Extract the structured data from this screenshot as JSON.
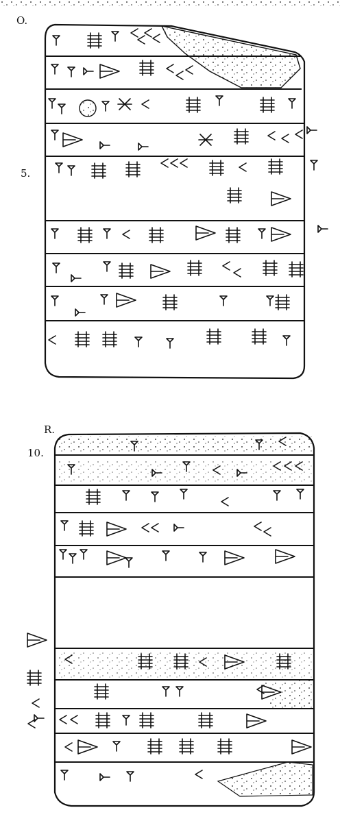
{
  "labels": {
    "obverse": "O.",
    "reverse": "R.",
    "line_5": "5.",
    "line_10": "10."
  },
  "colors": {
    "ink": "#111111",
    "paper": "#ffffff"
  },
  "icons": [
    "cuneiform-wedge-icon",
    "broken-area-stipple"
  ]
}
